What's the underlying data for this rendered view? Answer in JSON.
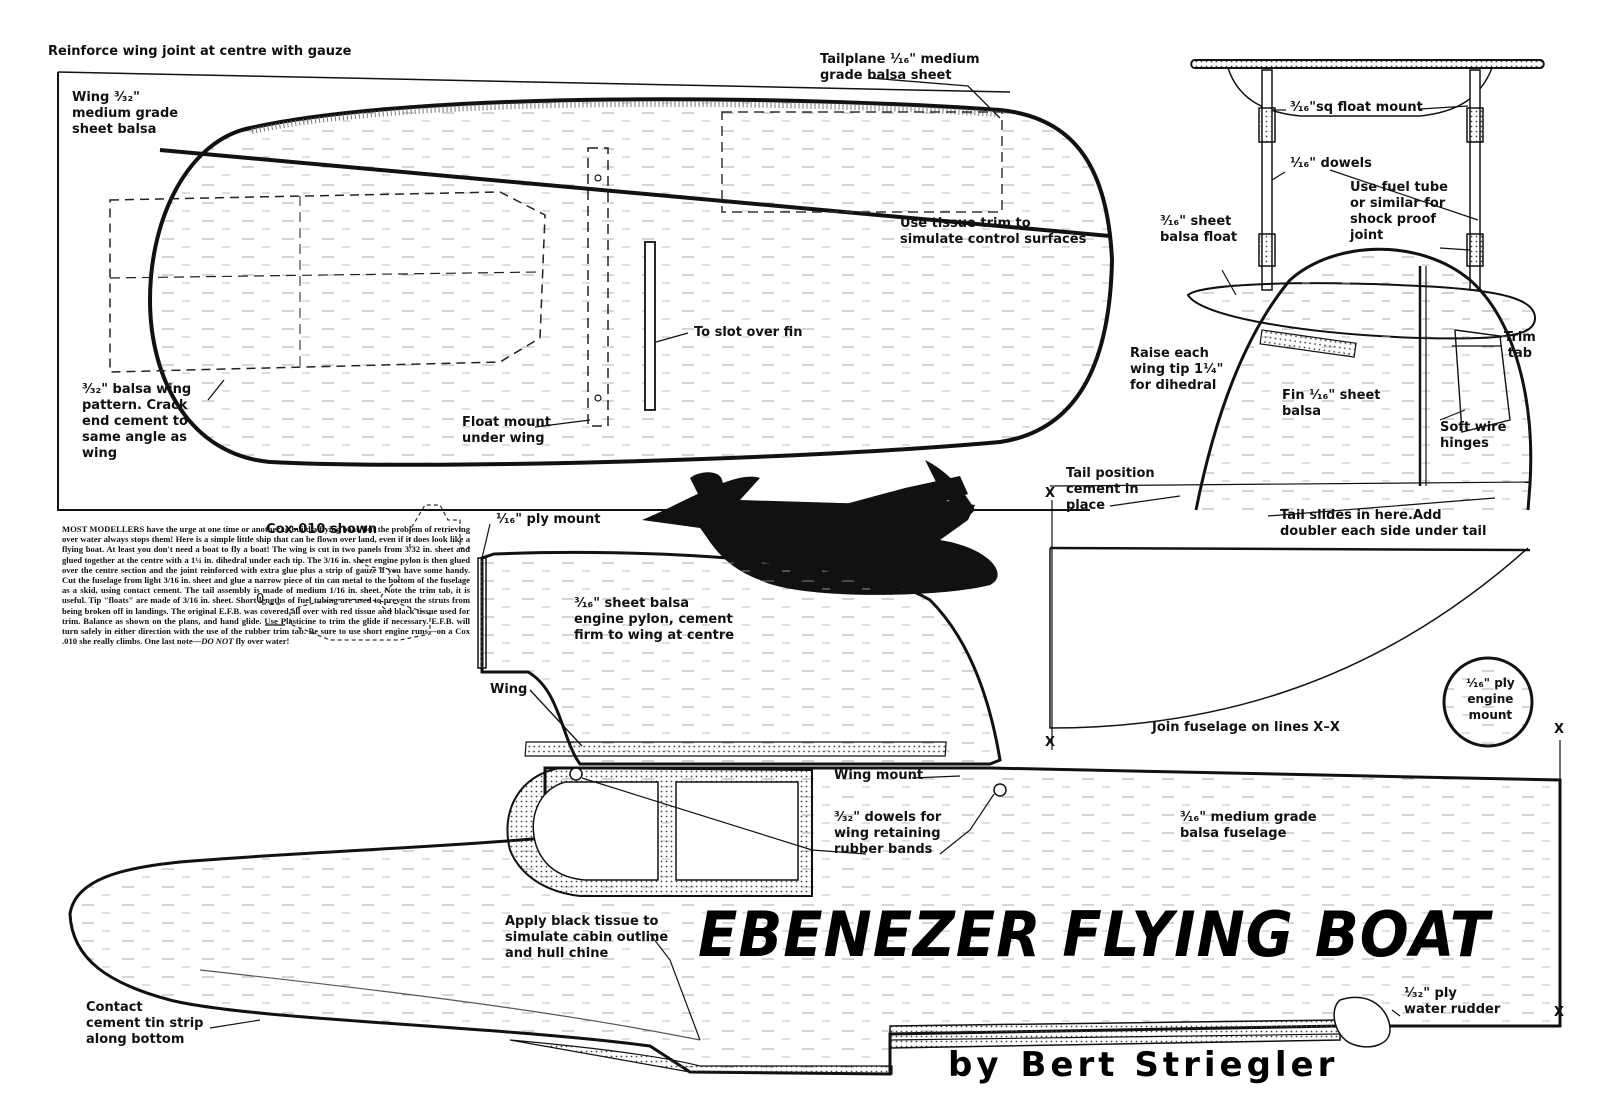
{
  "title": "EBENEZER FLYING BOAT",
  "byline": {
    "by": "by",
    "author": "Bert Striegler"
  },
  "labels": {
    "wing_joint": "Reinforce wing joint at centre with gauze",
    "wing_material": "Wing ³⁄₃₂\"\nmedium grade\nsheet balsa",
    "tailplane": "Tailplane ¹⁄₁₆\" medium\ngrade balsa sheet",
    "tissue_trim": "Use tissue trim to\nsimulate control surfaces",
    "wing_pattern": "³⁄₃₂\" balsa wing\npattern. Crack\nend cement to\nsame angle as\nwing",
    "slot_fin": "To slot over fin",
    "float_mount_wing": "Float mount\nunder wing",
    "float_mount": "³⁄₁₆\"sq float mount",
    "dowels": "¹⁄₁₆\" dowels",
    "fuel_tube": "Use fuel tube\nor similar for\nshock proof\njoint",
    "balsa_float": "³⁄₁₆\" sheet\nbalsa float",
    "raise_wing": "Raise each\nwing tip 1¹⁄₄\"\nfor dihedral",
    "fin": "Fin ¹⁄₁₆\" sheet\nbalsa",
    "trim_tab": "Trim\ntab",
    "soft_wire": "Soft wire\nhinges",
    "tail_position": "Tail position\ncement in\nplace",
    "tail_slides": "Tail slides in here.Add\ndoubler each side under tail",
    "cox": "Cox-010 shown",
    "ply_mount": "¹⁄₁₆\" ply mount",
    "pylon": "³⁄₁₆\" sheet balsa\nengine pylon, cement\nfirm to wing at centre",
    "wing": "Wing",
    "wing_mount": "Wing mount",
    "dowels_wing": "³⁄₃₂\" dowels for\nwing retaining\nrubber bands",
    "fuselage": "³⁄₁₆\" medium grade\nbalsa fuselage",
    "join_fuselage": "Join fuselage on lines X–X",
    "engine_mount": "¹⁄₁₆\" ply\nengine\nmount",
    "black_tissue": "Apply black tissue to\nsimulate cabin outline\nand hull chine",
    "tin_strip": "Contact\ncement tin strip\nalong bottom",
    "water_rudder": "¹⁄₃₂\" ply\nwater rudder",
    "x_mark": "X",
    "zero_mark": "0"
  },
  "article": {
    "lead": "MOST MODELLERS",
    "body": " have the urge at one time or another to build a flying boat, but the problem of retrieving over water always stops them! Here is a simple little ship that can be flown over land, even if it does look like a flying boat. At least you don't need a boat to fly a boat! The wing is cut in two panels from 3/32 in. sheet and glued together at the centre with a 1¼ in. dihedral under each tip. The 3/16 in. sheet engine pylon is then glued over the centre section and the joint reinforced with extra glue plus a strip of gauze if you have some handy. Cut the fuselage from light 3/16 in. sheet and glue a narrow piece of tin can metal to the bottom of the fuselage as a skid, using contact cement. The tail assembly is made of medium 1/16 in. sheet. Note the trim tab, it is useful. Tip \"floats\" are made of 3/16 in. sheet. Short lengths of fuel tubing are used to prevent the struts from being broken off in landings. The original E.F.B. was covered all over with red tissue and black tissue used for trim. Balance as shown on the plans, and hand glide. Use Plasticine to trim the glide if necessary. E.F.B. will turn safely in either direction with the use of the rubber trim tab. Be sure to use short engine runs—on a Cox .010 she really climbs. One last note—",
    "ending_em": "DO NOT",
    "ending": " fly over water!"
  }
}
